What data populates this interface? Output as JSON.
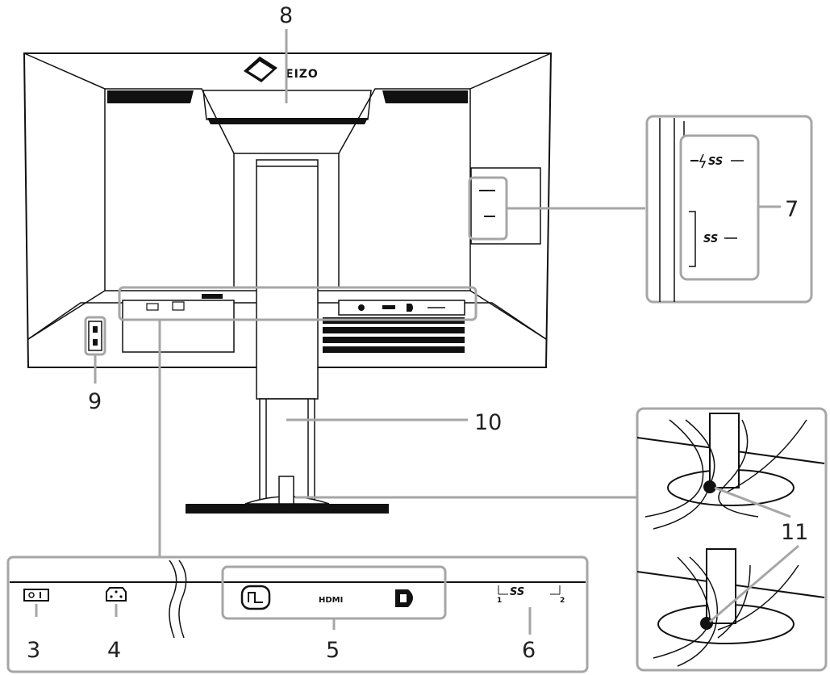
{
  "callouts": [
    {
      "id": "3",
      "text": "3"
    },
    {
      "id": "4",
      "text": "4"
    },
    {
      "id": "5",
      "text": "5"
    },
    {
      "id": "6",
      "text": "6"
    },
    {
      "id": "7",
      "text": "7"
    },
    {
      "id": "8",
      "text": "8"
    },
    {
      "id": "9",
      "text": "9"
    },
    {
      "id": "10",
      "text": "10"
    },
    {
      "id": "11",
      "text": "11"
    }
  ],
  "labels": {
    "logo": "EIZO",
    "hdmi": "HDMI",
    "usb_ss": "SS",
    "usb_port_1": "1",
    "usb_port_2": "2"
  },
  "colors": {
    "callout_frame": "#a6a6a6",
    "line": "#111111",
    "grill": "#111111"
  },
  "icons": [
    "power-switch-icon",
    "ac-inlet-icon",
    "usb-c-upstream-icon",
    "hdmi-icon",
    "displayport-icon",
    "usb-ss-icon",
    "usb-c-power-icon",
    "security-slot-icon",
    "kensington-lock-icon",
    "eizo-logo-icon"
  ]
}
